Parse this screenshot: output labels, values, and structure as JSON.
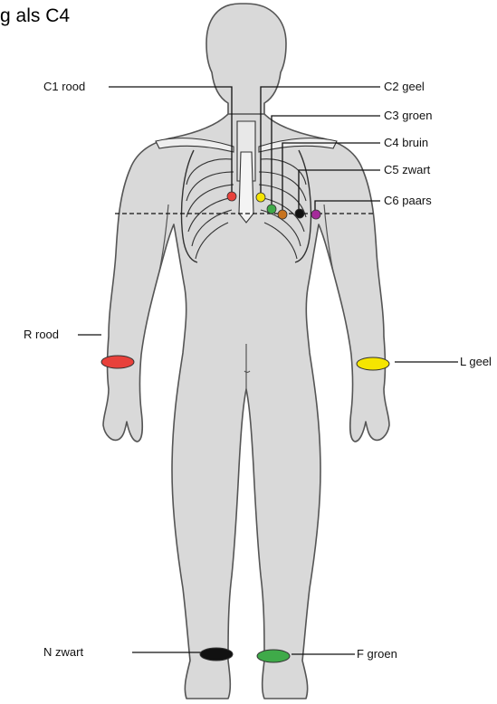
{
  "header_text": "g als C4",
  "colors": {
    "rood": "#e8413b",
    "geel": "#f5e500",
    "groen": "#3faa49",
    "bruin": "#c8731e",
    "zwart": "#111111",
    "paars": "#a52a9a",
    "body_fill": "#d9d9d9",
    "body_stroke": "#555555"
  },
  "chest_electrodes": [
    {
      "id": "C1",
      "label": "C1 rood",
      "color": "rood"
    },
    {
      "id": "C2",
      "label": "C2 geel",
      "color": "geel"
    },
    {
      "id": "C3",
      "label": "C3 groen",
      "color": "groen"
    },
    {
      "id": "C4",
      "label": "C4 bruin",
      "color": "bruin"
    },
    {
      "id": "C5",
      "label": "C5 zwart",
      "color": "zwart"
    },
    {
      "id": "C6",
      "label": "C6 paars",
      "color": "paars"
    }
  ],
  "limb_electrodes": [
    {
      "id": "R",
      "label": "R rood",
      "color": "rood"
    },
    {
      "id": "L",
      "label": "L geel",
      "color": "geel"
    },
    {
      "id": "N",
      "label": "N zwart",
      "color": "zwart"
    },
    {
      "id": "F",
      "label": "F groen",
      "color": "groen"
    }
  ]
}
